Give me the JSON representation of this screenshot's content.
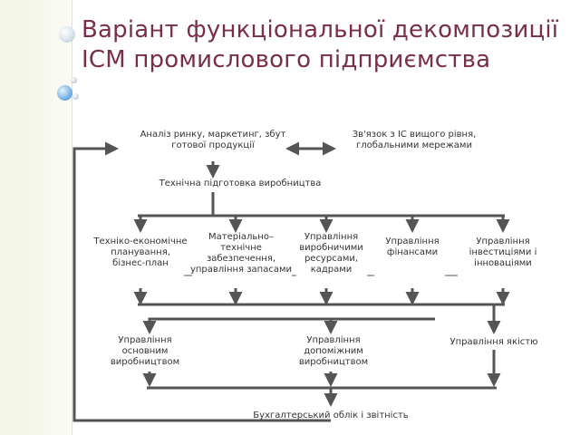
{
  "slide": {
    "title_line1": "Варіант функціональної декомпозиції",
    "title_line2": "ІСМ промислового підприємства"
  },
  "nodes": {
    "market_line1": "Аналіз ринку, маркетинг, збут",
    "market_line2": "готової продукції",
    "link_line1": "Зв'язок з ІС вищого рівня,",
    "link_line2": "глобальними мережами",
    "tech_prep": "Технічна підготовка виробництва",
    "econ_line1": "Техніко-економічне",
    "econ_line2": "планування,",
    "econ_line3": "бізнес-план",
    "material_line1": "Матеріально–",
    "material_line2": "технічне",
    "material_line3": "забезпечення,",
    "material_line4": "управління запасами",
    "resources_line1": "Управління",
    "resources_line2": "виробничими",
    "resources_line3": "ресурсами,",
    "resources_line4": "кадрами",
    "finance_line1": "Управління",
    "finance_line2": "фінансами",
    "invest_line1": "Управління",
    "invest_line2": "інвестиціями і",
    "invest_line3": "інноваціями",
    "main_prod_line1": "Управління",
    "main_prod_line2": "основним",
    "main_prod_line3": "виробництвом",
    "aux_prod_line1": "Управління",
    "aux_prod_line2": "допоміжним",
    "aux_prod_line3": "виробництвом",
    "quality": "Управління якістю",
    "accounting": "Бухгалтерський облік і звітність"
  },
  "colors": {
    "title": "#7a2e4a",
    "arrow": "#555555",
    "text": "#333333"
  }
}
